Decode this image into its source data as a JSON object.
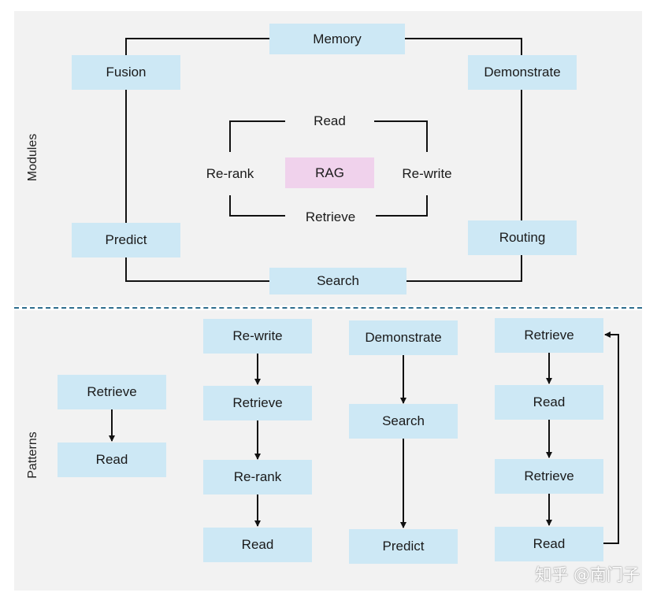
{
  "sections": {
    "modules_label": "Modules",
    "patterns_label": "Patterns"
  },
  "modules": {
    "outer": {
      "memory": "Memory",
      "fusion": "Fusion",
      "demonstrate": "Demonstrate",
      "predict": "Predict",
      "routing": "Routing",
      "search": "Search"
    },
    "inner": {
      "read": "Read",
      "rerank": "Re-rank",
      "rag": "RAG",
      "rewrite": "Re-write",
      "retrieve": "Retrieve"
    }
  },
  "patterns": [
    {
      "steps": [
        "Retrieve",
        "Read"
      ]
    },
    {
      "steps": [
        "Re-write",
        "Retrieve",
        "Re-rank",
        "Read"
      ]
    },
    {
      "steps": [
        "Demonstrate",
        "Search",
        "Predict"
      ]
    },
    {
      "steps": [
        "Retrieve",
        "Read",
        "Retrieve",
        "Read"
      ],
      "loop": true
    }
  ],
  "watermark": "知乎 @南门子",
  "colors": {
    "module_box": "#cde8f5",
    "rag_box": "#f0d2ec",
    "panel": "#f2f2f2",
    "divider": "#2e6e8e"
  }
}
